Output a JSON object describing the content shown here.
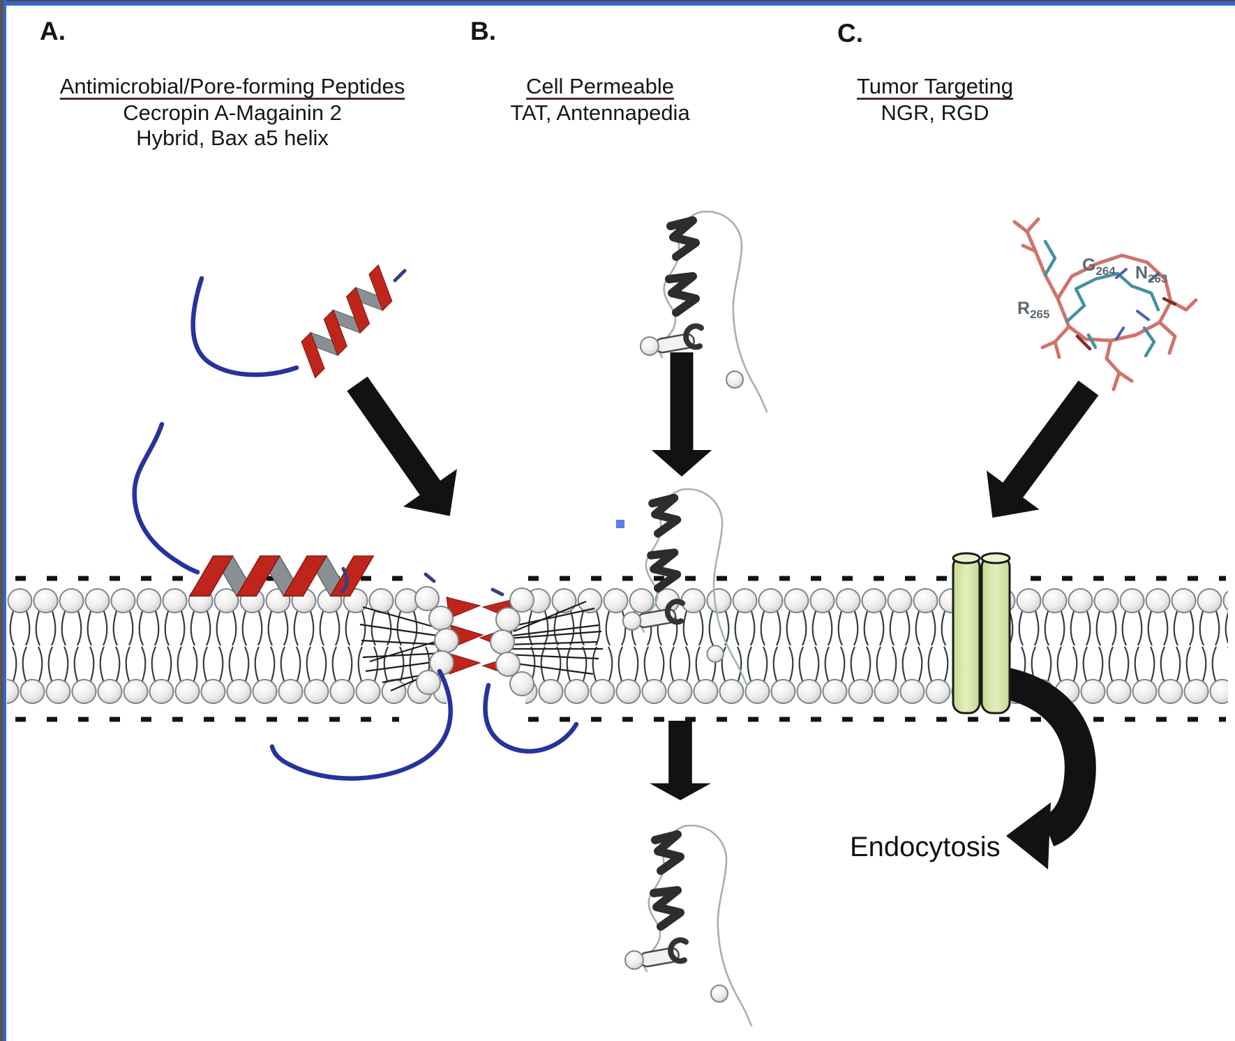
{
  "figure": {
    "panels": [
      {
        "label": "A.",
        "title": "Antimicrobial/Pore-forming Peptides",
        "lines": [
          "Cecropin A-Magainin 2",
          "Hybrid, Bax a5 helix"
        ]
      },
      {
        "label": "B.",
        "title": "Cell Permeable",
        "lines": [
          "TAT, Antennapedia"
        ]
      },
      {
        "label": "C.",
        "title": "Tumor Targeting",
        "lines": [
          "NGR, RGD"
        ]
      }
    ],
    "endocytosis_label": "Endocytosis",
    "residue_labels": [
      {
        "letter": "G",
        "number": "264"
      },
      {
        "letter": "N",
        "number": "263"
      },
      {
        "letter": "R",
        "number": "265"
      }
    ]
  },
  "colors": {
    "frame_blue": "#3a66cc",
    "helix_red": "#c0251b",
    "peptide_tail_blue": "#27339b",
    "receptor_green": "#d6e7a8",
    "ribbon_dark_gray": "#2d2d2d",
    "tat_line_gray": "#a3b0b4",
    "stick_salmon": "#d0736a",
    "stick_teal": "#43919e",
    "residue_label_gray": "#5a6872",
    "arrow_black": "#121212",
    "membrane_outline": "#333c40"
  }
}
